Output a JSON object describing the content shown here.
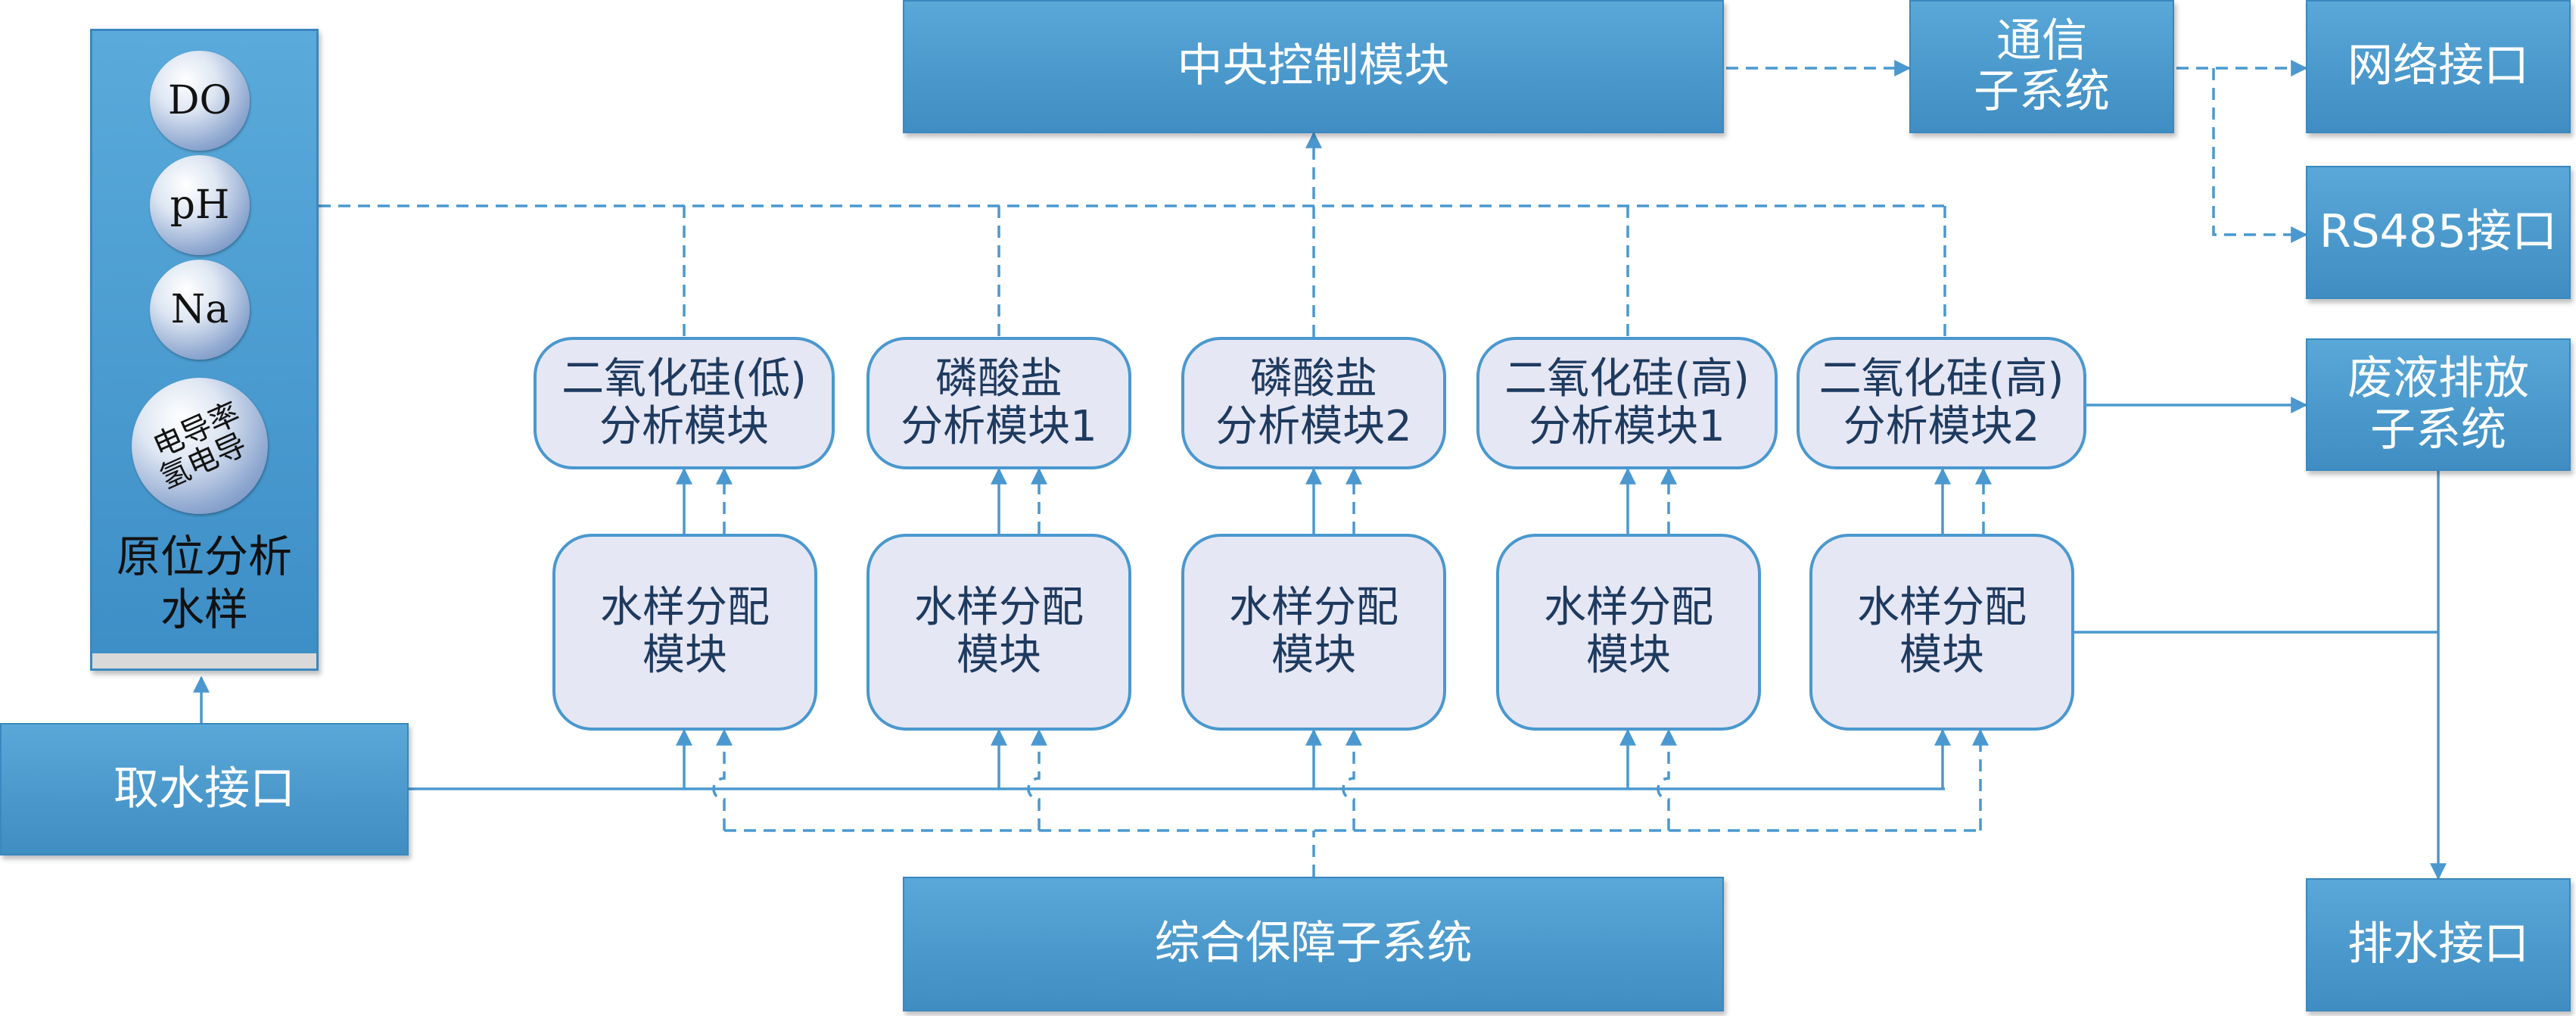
{
  "colors": {
    "module_fill": "#4397cc",
    "rounded_fill": "#e6e7f4",
    "line": "#4a98cf",
    "text_dark": "#1e3a5f",
    "text_light": "#ffffff"
  },
  "panel": {
    "sensors": [
      "DO",
      "pH",
      "Na",
      "电导率氢电导"
    ],
    "conductivity_lines": [
      "电导率",
      "氢电导"
    ],
    "label_lines": [
      "原位分析",
      "水样"
    ]
  },
  "modules": {
    "central_control": "中央控制模块",
    "communication": [
      "通信",
      "子系统"
    ],
    "network_interface": "网络接口",
    "rs485_interface": "RS485接口",
    "waste_discharge": [
      "废液排放",
      "子系统"
    ],
    "drain_interface": "排水接口",
    "intake_interface": "取水接口",
    "support_subsystem": "综合保障子系统"
  },
  "analyzers": [
    {
      "lines": [
        "二氧化硅(低)",
        "分析模块"
      ]
    },
    {
      "lines": [
        "磷酸盐",
        "分析模块1"
      ]
    },
    {
      "lines": [
        "磷酸盐",
        "分析模块2"
      ]
    },
    {
      "lines": [
        "二氧化硅(高)",
        "分析模块1"
      ]
    },
    {
      "lines": [
        "二氧化硅(高)",
        "分析模块2"
      ]
    }
  ],
  "distributors": [
    {
      "lines": [
        "水样分配",
        "模块"
      ]
    },
    {
      "lines": [
        "水样分配",
        "模块"
      ]
    },
    {
      "lines": [
        "水样分配",
        "模块"
      ]
    },
    {
      "lines": [
        "水样分配",
        "模块"
      ]
    },
    {
      "lines": [
        "水样分配",
        "模块"
      ]
    }
  ]
}
